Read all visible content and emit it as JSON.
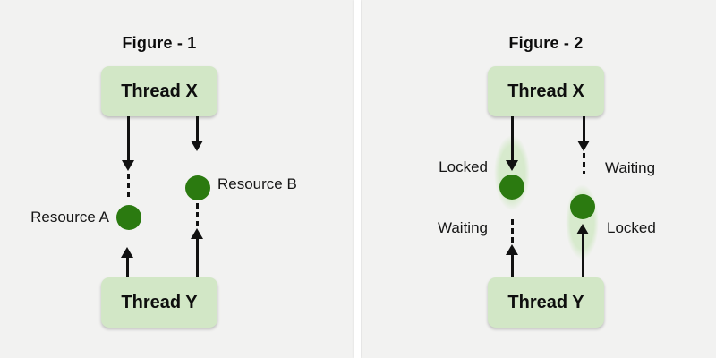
{
  "colors": {
    "background": "#f2f2f1",
    "divider": "#ffffff",
    "thread_box_fill": "#d2e7c6",
    "resource_dot_fill": "#2b7a10",
    "lock_halo_fill": "#d7eacd",
    "arrow": "#111111",
    "text": "#141414"
  },
  "figure1": {
    "title": "Figure - 1",
    "thread_x": "Thread X",
    "thread_y": "Thread Y",
    "resource_a": "Resource A",
    "resource_b": "Resource B"
  },
  "figure2": {
    "title": "Figure - 2",
    "thread_x": "Thread X",
    "thread_y": "Thread Y",
    "locked_left": "Locked",
    "waiting_right": "Waiting",
    "waiting_left": "Waiting",
    "locked_right": "Locked"
  }
}
